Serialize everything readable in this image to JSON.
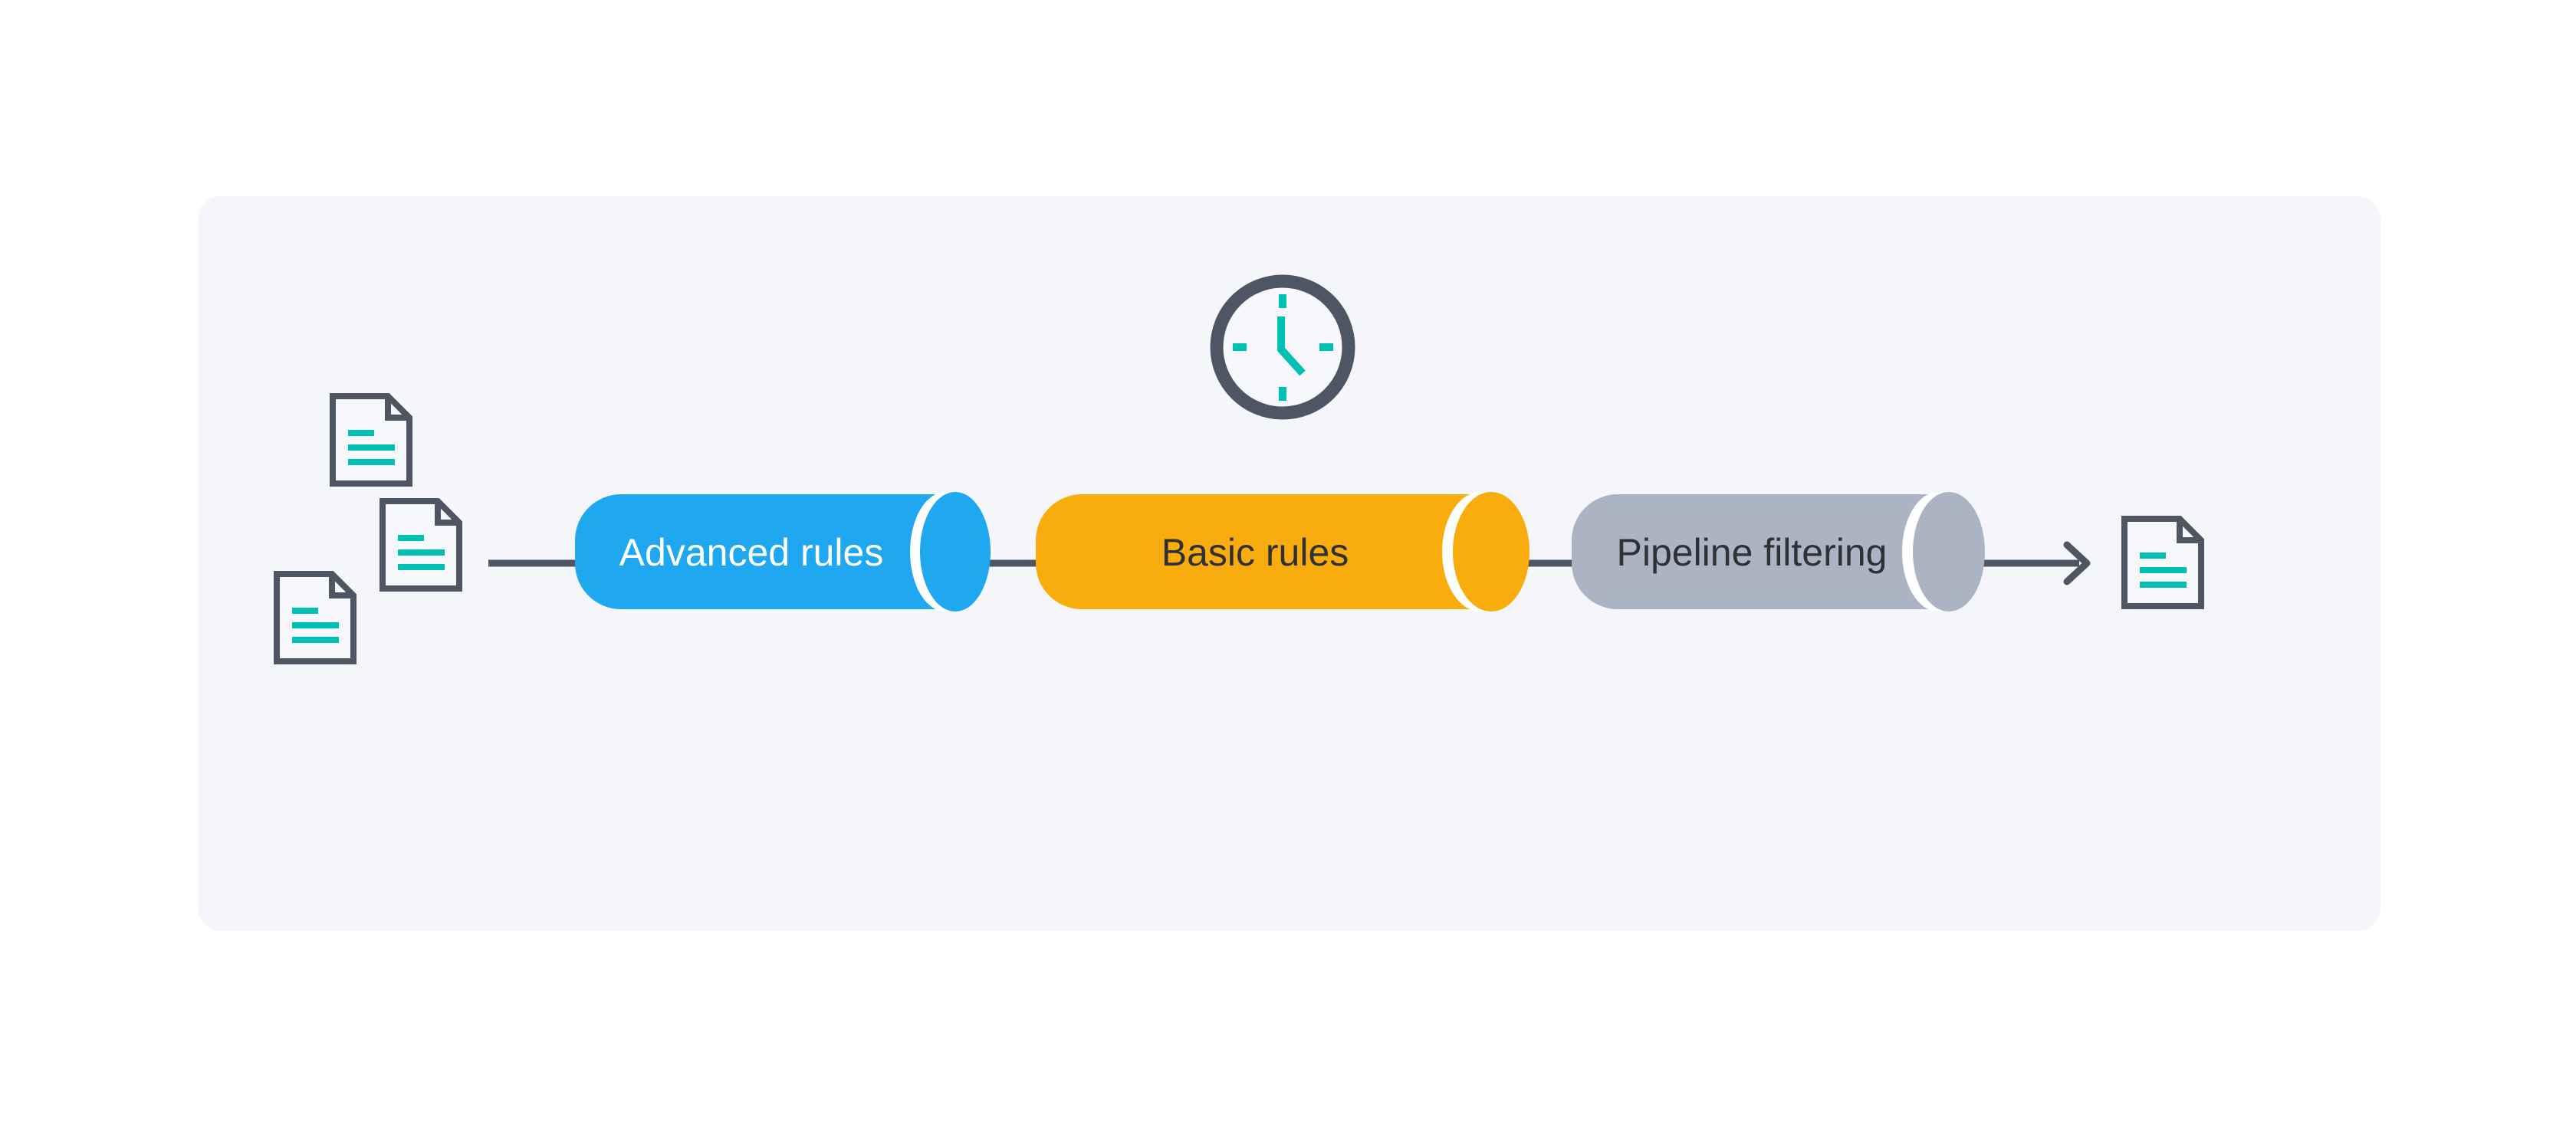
{
  "panel": {
    "background": "#F4F6F9"
  },
  "colors": {
    "page-background": "#FFFFFF",
    "teal": "#00BFB3",
    "slate": "#4E5563",
    "white-gap": "#FFFFFF",
    "doc-fill": "#F7F8FB",
    "stage-advanced": "#1FA8F0",
    "stage-basic": "#F8AC0E",
    "stage-pipeline": "#ABB4C3",
    "label-light": "#FFFFFF",
    "label-dark": "#2F3135"
  },
  "stages": [
    {
      "id": "advanced-rules",
      "label": "Advanced rules"
    },
    {
      "id": "basic-rules",
      "label": "Basic rules"
    },
    {
      "id": "pipeline-filtering",
      "label": "Pipeline filtering"
    }
  ],
  "flow": {
    "direction": "left-to-right",
    "input_document_count": 3,
    "output_document_count": 1
  },
  "icons": [
    "document-icon",
    "clock-icon",
    "arrow-right-icon"
  ]
}
